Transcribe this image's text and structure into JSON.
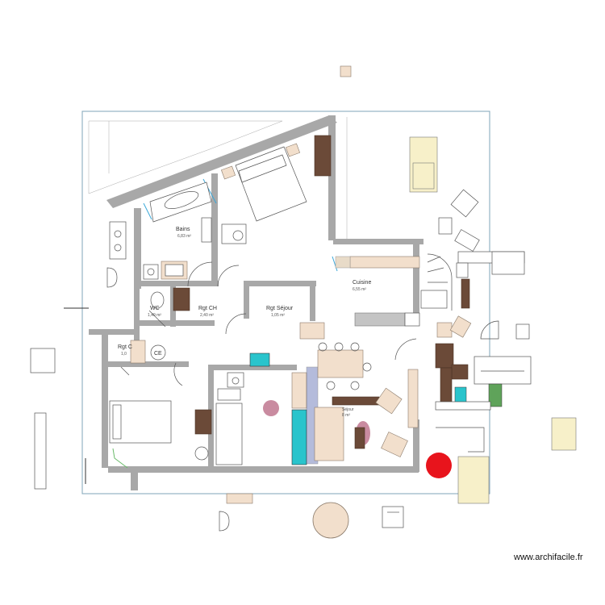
{
  "rooms": [
    {
      "name": "Bains",
      "area": "6,83 m²"
    },
    {
      "name": "WC",
      "area": "1,49 m²"
    },
    {
      "name": "Rgt CH",
      "area": "2,40 m²"
    },
    {
      "name": "Rgt Séjour",
      "area": "1,05 m²"
    },
    {
      "name": "Cuisine",
      "area": "6,55 m²"
    },
    {
      "name": "Rgt C",
      "area": "1,0"
    },
    {
      "name": "Séjour",
      "area": "8 m²"
    }
  ],
  "symbols": {
    "ce_label": "CE"
  },
  "watermark": "www.archifacile.fr",
  "colors": {
    "wall": "#a8a8a8",
    "furniture": "#f2dfcc",
    "wood_dark": "#6b4a38",
    "cyan": "#29c4cc",
    "red": "#e8141c",
    "mauve": "#c98ba0",
    "green": "#5fa35a"
  }
}
